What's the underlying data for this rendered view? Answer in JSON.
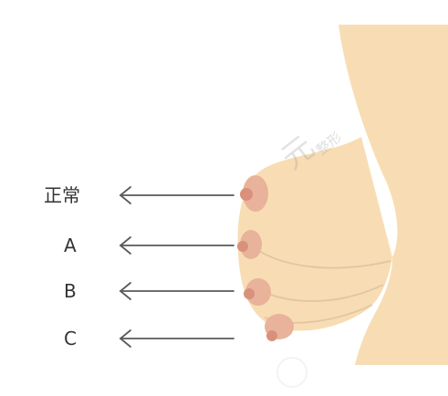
{
  "labels": {
    "normal": "正常",
    "a": "A",
    "b": "B",
    "c": "C"
  },
  "watermark": {
    "main": "元",
    "sub": "整形"
  },
  "colors": {
    "skin": "#f8ddb4",
    "skin_outline": "#ead0a8",
    "areola": "#e8b39a",
    "nipple": "#d9917c",
    "fold_line": "#e2c7a2",
    "arrow": "#5a5a5a",
    "label": "#333333"
  }
}
